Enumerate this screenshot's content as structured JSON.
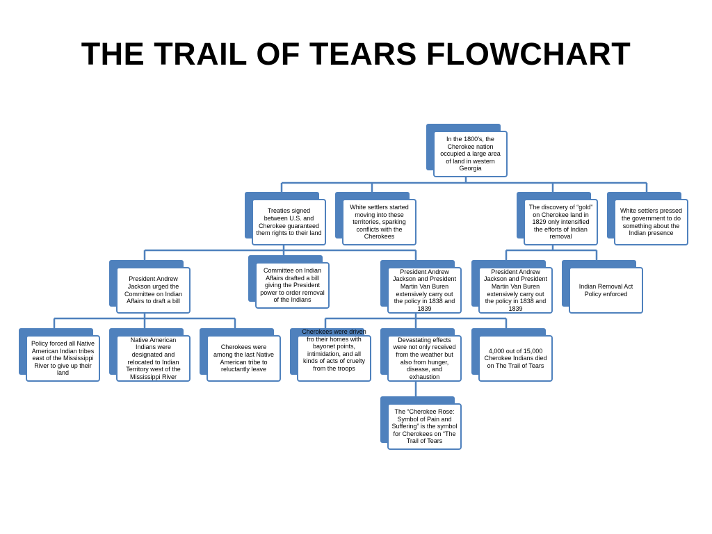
{
  "title": "THE TRAIL OF TEARS FLOWCHART",
  "colors": {
    "node_accent": "#4f81bd",
    "connector": "#4f81bd",
    "node_fill": "#ffffff"
  },
  "nodes": {
    "root": "In the 1800’s, the Cherokee nation occupied a large area of land in western Georgia",
    "treaties": "Treaties signed between U.S. and Cherokee guaranteed them rights to their land",
    "white_settlers_moving": "White settlers started moving into these territories, sparking conflicts  with the Cherokees",
    "gold_discovery": "The discovery of “gold” on Cherokee land in 1829 only intensified the efforts of Indian removal",
    "white_settlers_pressed": "White settlers pressed the government to do something about the Indian presence",
    "jackson_urged": "President Andrew Jackson urged the Committee on Indian Affairs to draft a bill",
    "committee_bill": "Committee on Indian Affairs drafted a bill giving the President power to order removal of the Indians",
    "jackson_van_buren_1": "President Andrew Jackson and President Martin Van Buren extensively carry out the policy in 1838 and 1839",
    "jackson_van_buren_2": "President Andrew Jackson and President Martin Van Buren extensively carry out the policy in 1838 and 1839",
    "removal_act": "Indian Removal Act Policy enforced",
    "policy_forced": "Policy forced all Native American Indian tribes east of the Mississippi River to give up their land",
    "relocated": "Native American Indians were designated and relocated to Indian Territory west of the Mississippi River",
    "last_tribe": "Cherokees were among the last Native American tribe to reluctantly leave",
    "bayonet": "Cherokees were driven fro their homes with bayonet points, intimidation, and all kinds of acts of cruelty from the troops",
    "devastating": "Devastating effects were not only received from the weather but also from hunger, disease, and exhaustion",
    "deaths": "4,000 out of 15,000 Cherokee Indians died on The Trail of Tears",
    "cherokee_rose": "The “Cherokee Rose: Symbol of Pain and Suffering” is the symbol for Cherokees on “The Trail of Tears"
  }
}
